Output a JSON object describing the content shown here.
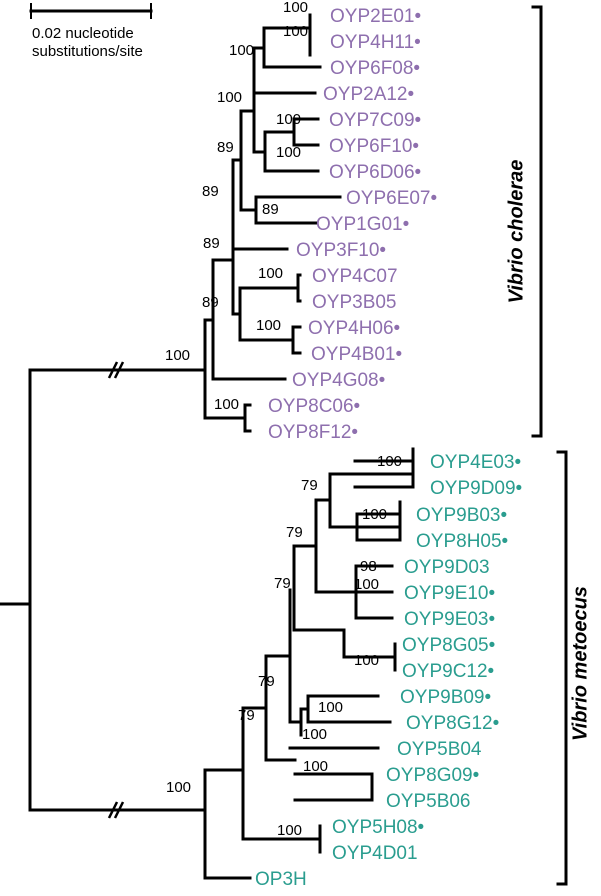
{
  "scale_bar": {
    "label_line1": "0.02 nucleotide",
    "label_line2": "substitutions/site"
  },
  "colors": {
    "vibrio_cholerae": "#8e6fae",
    "vibrio_metoecus": "#2a9d8f",
    "branches": "#000000"
  },
  "clades": {
    "cholerae": "Vibrio cholerae",
    "metoecus": "Vibrio metoecus"
  },
  "leaves": [
    "OYP2E01•",
    "OYP4H11•",
    "OYP6F08•",
    "OYP2A12•",
    "OYP7C09•",
    "OYP6F10•",
    "OYP6D06•",
    "OYP6E07•",
    "OYP1G01•",
    "OYP3F10•",
    "OYP4C07",
    "OYP3B05",
    "OYP4H06•",
    "OYP4B01•",
    "OYP4G08•",
    "OYP8C06•",
    "OYP8F12•",
    "OYP4E03•",
    "OYP9D09•",
    "OYP9B03•",
    "OYP8H05•",
    "OYP9D03",
    "OYP9E10•",
    "OYP9E03•",
    "OYP8G05•",
    "OYP9C12•",
    "OYP9B09•",
    "OYP8G12•",
    "OYP5B04",
    "OYP8G09•",
    "OYP5B06",
    "OYP5H08•",
    "OYP4D01",
    "OP3H"
  ],
  "support_values": {
    "c_2e01_4h11": "100",
    "c_4h11": "100",
    "c_top3": "100",
    "c_a": "100",
    "c_7c09": "100",
    "c_6f10": "100",
    "c_b": "89",
    "c_6e07": "89",
    "c_c": "89",
    "c_d": "89",
    "c_4c07": "100",
    "c_e": "89",
    "c_4h06": "100",
    "c_chol_root": "100",
    "c_8c06": "100",
    "m_4e03": "100",
    "m_a": "79",
    "m_9b03": "100",
    "m_b": "79",
    "m_9d03": "98",
    "m_9e10": "100",
    "m_c": "79",
    "m_8g05": "100",
    "m_9b09": "100",
    "m_5b04": "100",
    "m_d": "79",
    "m_8g09": "100",
    "m_e": "79",
    "m_5h08": "100",
    "m_root": "100"
  }
}
